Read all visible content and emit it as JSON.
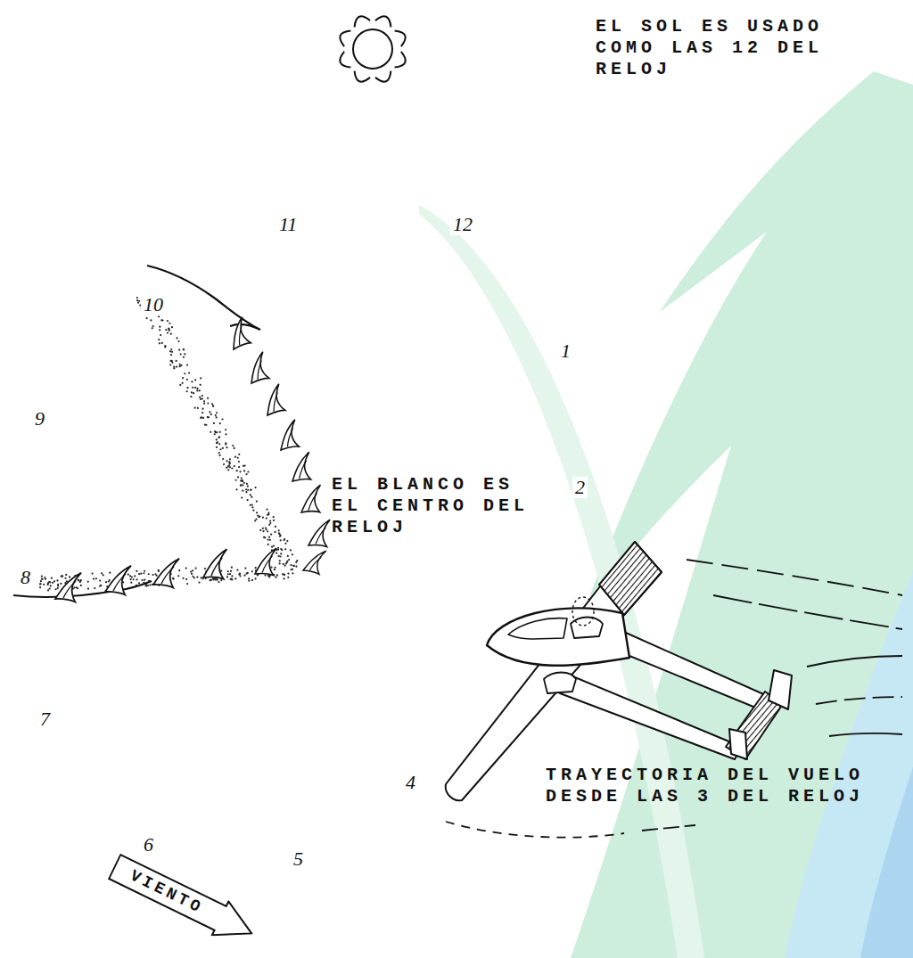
{
  "diagram": {
    "nodes": [
      {
        "text": [
          "VIENTO"
        ]
      }
    ],
    "labels": [
      "EL SOL ES USADO COMO LAS 12 DEL RELOJ",
      "11",
      "12",
      "10",
      "1",
      "9",
      "EL BLANCO ES EL CENTRO DEL RELOJ",
      "2",
      "8",
      "7",
      "4",
      "TRAYECTORIA DEL VUELO DESDE LAS 3 DEL RELOJ",
      "6",
      "5"
    ]
  }
}
